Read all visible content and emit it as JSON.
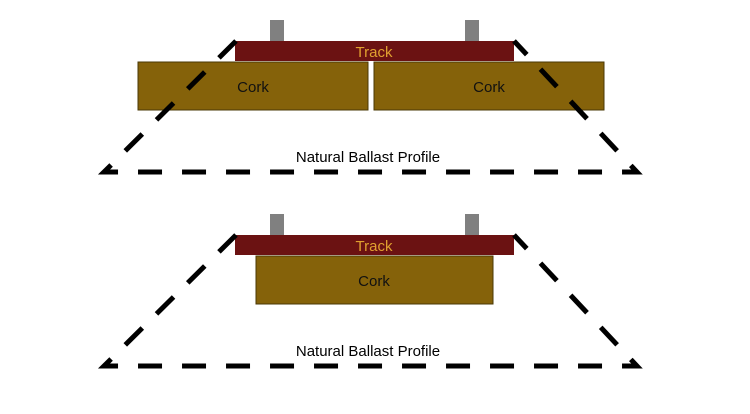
{
  "colors": {
    "background": "#ffffff",
    "track_fill": "#6b1212",
    "track_text": "#e0a030",
    "cork_fill": "#85620a",
    "cork_text": "#111111",
    "rail_fill": "#808080",
    "profile_stroke": "#000000",
    "profile_text": "#000000"
  },
  "diagrams": [
    {
      "track_label": "Track",
      "cork_labels": [
        "Cork",
        "Cork"
      ],
      "profile_label": "Natural Ballast Profile"
    },
    {
      "track_label": "Track",
      "cork_labels": [
        "Cork"
      ],
      "profile_label": "Natural Ballast Profile"
    }
  ]
}
